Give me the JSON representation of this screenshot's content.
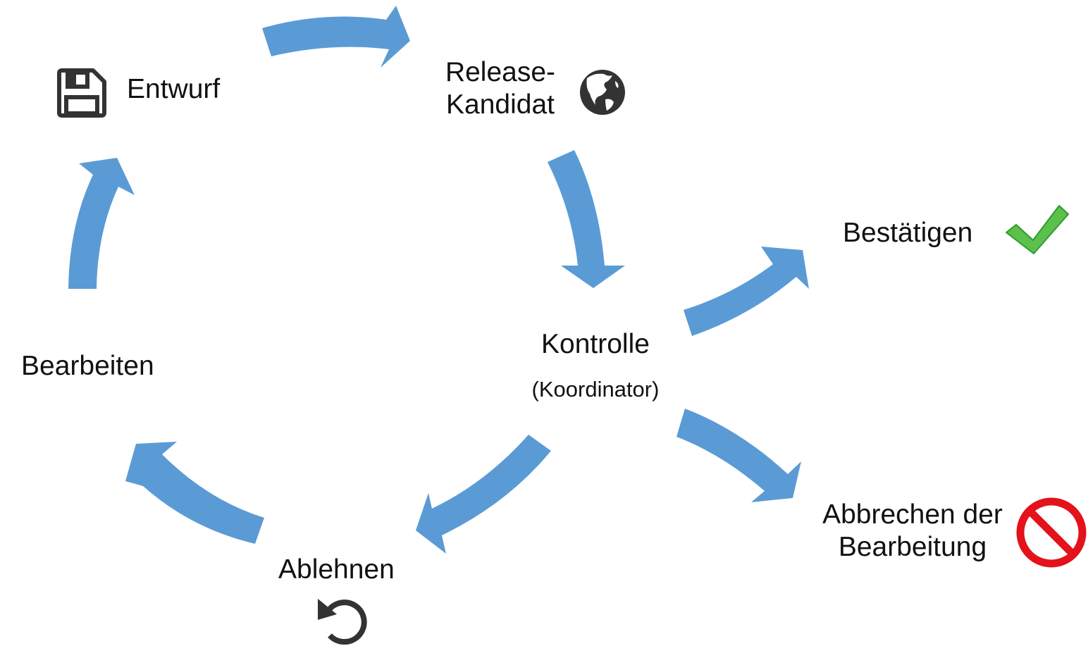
{
  "diagram": {
    "title": "Workflow-Zyklus",
    "colors": {
      "arrow": "#5b9bd5",
      "check": "#5cc14a",
      "check_stroke": "#2e9a31",
      "forbidden": "#e3121b",
      "icon_dark": "#333333"
    },
    "nodes": {
      "entwurf": {
        "label": "Entwurf",
        "icon": "floppy-disk-icon"
      },
      "release": {
        "line1": "Release-",
        "line2": "Kandidat",
        "icon": "globe-icon"
      },
      "kontrolle": {
        "label": "Kontrolle",
        "sublabel": "(Koordinator)"
      },
      "bestaetigen": {
        "label": "Bestätigen",
        "icon": "checkmark-icon"
      },
      "abbrechen": {
        "line1": "Abbrechen der",
        "line2": "Bearbeitung",
        "icon": "forbidden-icon"
      },
      "ablehnen": {
        "label": "Ablehnen",
        "icon": "undo-icon"
      },
      "bearbeiten": {
        "label": "Bearbeiten"
      }
    },
    "edges": [
      {
        "from": "Entwurf",
        "to": "Release-Kandidat"
      },
      {
        "from": "Release-Kandidat",
        "to": "Kontrolle"
      },
      {
        "from": "Kontrolle",
        "to": "Bestätigen"
      },
      {
        "from": "Kontrolle",
        "to": "Abbrechen der Bearbeitung"
      },
      {
        "from": "Kontrolle",
        "to": "Ablehnen"
      },
      {
        "from": "Ablehnen",
        "to": "Bearbeiten"
      },
      {
        "from": "Bearbeiten",
        "to": "Entwurf"
      }
    ]
  }
}
